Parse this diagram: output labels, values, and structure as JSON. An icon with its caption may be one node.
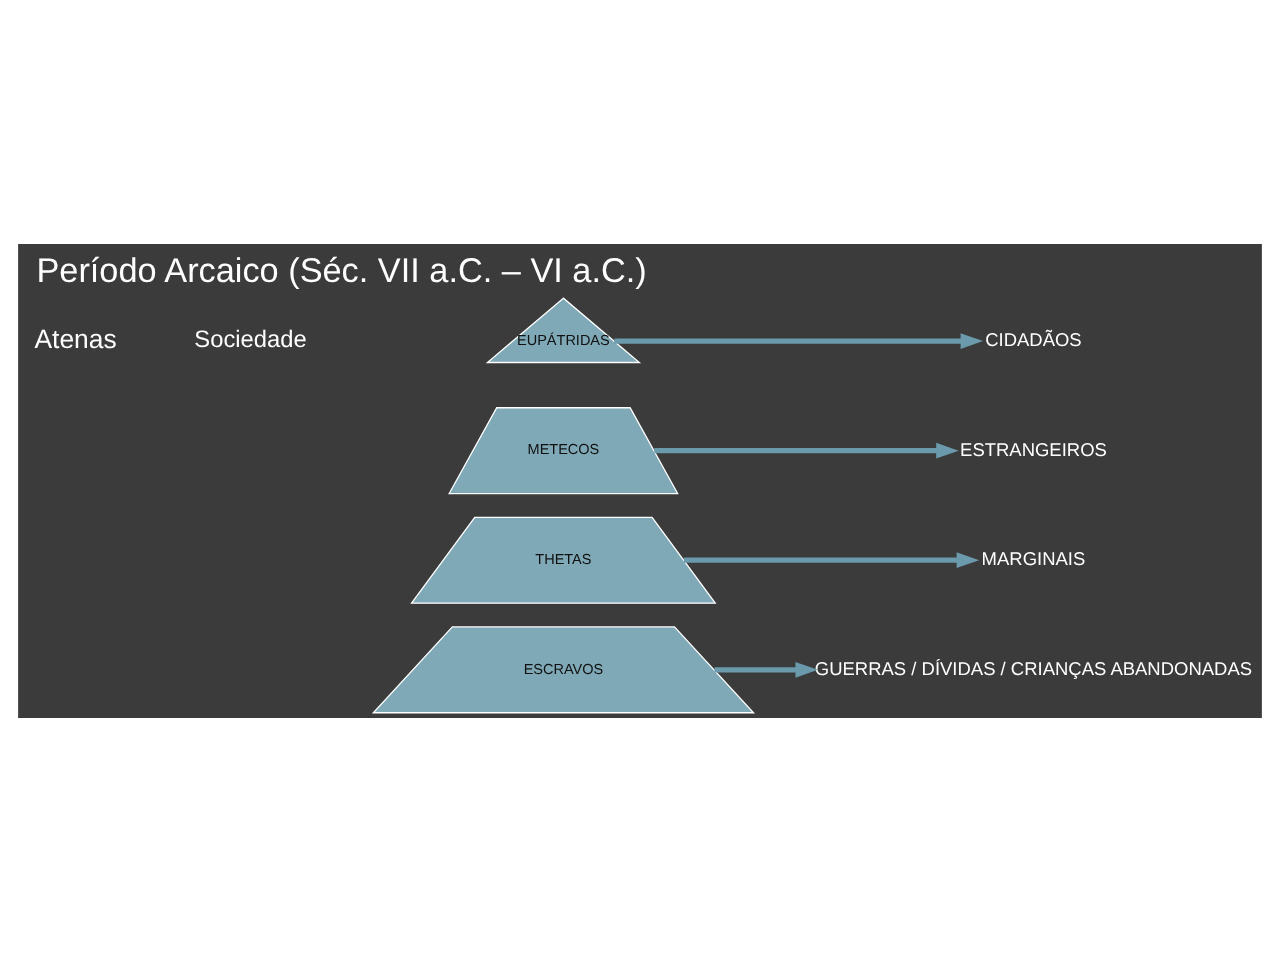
{
  "diagram": {
    "title": "Período Arcaico (Séc. VII a.C. – VI a.C.)",
    "nodes": [
      {
        "text": [
          "EUPÁTRIDAS"
        ]
      },
      {
        "text": [
          "METECOS"
        ]
      },
      {
        "text": [
          "THETAS"
        ]
      },
      {
        "text": [
          "ESCRAVOS"
        ]
      },
      {
        "text": [
          "CIDADÃOS"
        ]
      },
      {
        "text": [
          "ESTRANGEIROS"
        ]
      },
      {
        "text": [
          "MARGINAIS"
        ]
      },
      {
        "text": [
          "GUERRAS / DÍVIDAS / CRIANÇAS ABANDONADAS"
        ]
      }
    ],
    "edges": [
      {
        "from": 0,
        "to": 4,
        "arrow": "to"
      },
      {
        "from": 1,
        "to": 5,
        "arrow": "to"
      },
      {
        "from": 2,
        "to": 6,
        "arrow": "to"
      },
      {
        "from": 3,
        "to": 7,
        "arrow": "to"
      }
    ],
    "labels": [
      "Atenas",
      "Sociedade"
    ]
  }
}
